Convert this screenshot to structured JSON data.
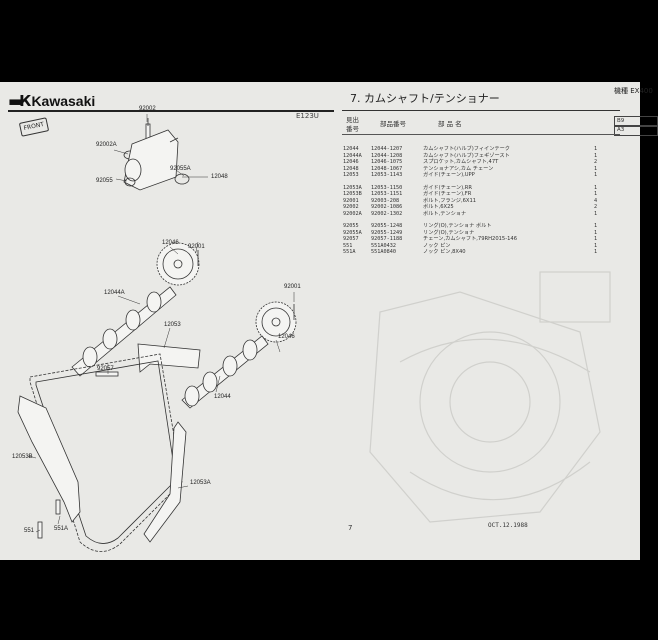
{
  "header": {
    "brand": "Kawasaki",
    "section_title": "7. カムシャフト/テンショナー",
    "model_label": "機種 EX400",
    "version_code": "E123U",
    "front_badge": "FRONT",
    "model_codes": [
      "B9",
      "A3"
    ]
  },
  "table": {
    "headers": {
      "ref_line1": "見出",
      "ref_line2": "番号",
      "part_no": "部品番号",
      "part_name": "部 品 名"
    },
    "rows": [
      {
        "ref": "12044",
        "part_no": "12044-1207",
        "name": "カムシャフト(ハルブ)フィインテーク",
        "qty": "1"
      },
      {
        "ref": "12044A",
        "part_no": "12044-1208",
        "name": "カムシャフト(ハルブ)フェギゾースト",
        "qty": "1"
      },
      {
        "ref": "12046",
        "part_no": "12046-1075",
        "name": "スプロケット,カムシャフト,47T",
        "qty": "2"
      },
      {
        "ref": "12048",
        "part_no": "12048-1067",
        "name": "テンショナアシ,カム チェーン",
        "qty": "1"
      },
      {
        "ref": "12053",
        "part_no": "12053-1143",
        "name": "ガイド(チェーン),UPP",
        "qty": "1"
      },
      {
        "gap": true
      },
      {
        "ref": "12053A",
        "part_no": "12053-1150",
        "name": "ガイド(チェーン),RR",
        "qty": "1"
      },
      {
        "ref": "12053B",
        "part_no": "12053-1151",
        "name": "ガイド(チェーン),FR",
        "qty": "1"
      },
      {
        "ref": "92001",
        "part_no": "92003-208",
        "name": "ボルト,フランジ,6X11",
        "qty": "4"
      },
      {
        "ref": "92002",
        "part_no": "92002-1086",
        "name": "ボルト,6X25",
        "qty": "2"
      },
      {
        "ref": "92002A",
        "part_no": "92002-1302",
        "name": "ボルト,テンショナ",
        "qty": "1"
      },
      {
        "gap": true
      },
      {
        "ref": "92055",
        "part_no": "92055-1248",
        "name": "リング(O),テンショナ ボルト",
        "qty": "1"
      },
      {
        "ref": "92055A",
        "part_no": "92055-1249",
        "name": "リング(O),テンショナ",
        "qty": "1"
      },
      {
        "ref": "92057",
        "part_no": "92057-1188",
        "name": "チェーン,カムシャフト,79RH2015-146",
        "qty": "1"
      },
      {
        "ref": "551",
        "part_no": "551A0432",
        "name": "ノック ピン",
        "qty": "1"
      },
      {
        "ref": "551A",
        "part_no": "551A0840",
        "name": "ノック ピン,8X40",
        "qty": "1"
      }
    ]
  },
  "callouts": [
    {
      "id": "c92002",
      "text": "92002"
    },
    {
      "id": "c92002A",
      "text": "92002A"
    },
    {
      "id": "c92055A",
      "text": "92055A"
    },
    {
      "id": "c92055",
      "text": "92055"
    },
    {
      "id": "c12048",
      "text": "12048"
    },
    {
      "id": "c12046a",
      "text": "12046"
    },
    {
      "id": "c92001a",
      "text": "92001"
    },
    {
      "id": "c92001b",
      "text": "92001"
    },
    {
      "id": "c12044A",
      "text": "12044A"
    },
    {
      "id": "c12053",
      "text": "12053"
    },
    {
      "id": "c12046b",
      "text": "12046"
    },
    {
      "id": "c92057",
      "text": "92057"
    },
    {
      "id": "c12044",
      "text": "12044"
    },
    {
      "id": "c12053B",
      "text": "12053B"
    },
    {
      "id": "c12053A",
      "text": "12053A"
    },
    {
      "id": "c551",
      "text": "551"
    },
    {
      "id": "c551A",
      "text": "551A"
    }
  ],
  "footer": {
    "page_number": "7",
    "date": "OCT.12.1988"
  }
}
